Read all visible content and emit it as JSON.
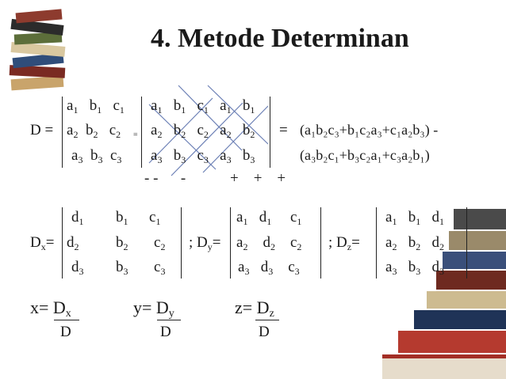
{
  "title": "4. Metode Determinan",
  "det": {
    "label": "D =",
    "row1": {
      "left": [
        [
          "a",
          "1"
        ],
        [
          "b",
          "1"
        ],
        [
          "c",
          "1"
        ]
      ],
      "right": [
        [
          "a",
          "1"
        ],
        [
          "b",
          "1"
        ],
        [
          "c",
          "1"
        ],
        [
          "a",
          "1"
        ],
        [
          "b",
          "1"
        ]
      ]
    },
    "row2": {
      "left": [
        [
          "a",
          "2"
        ],
        [
          "b",
          "2"
        ],
        [
          "c",
          "2"
        ]
      ],
      "eq_small": "=",
      "right": [
        [
          "a",
          "2"
        ],
        [
          "b",
          "2"
        ],
        [
          "c",
          "2"
        ],
        [
          "a",
          "2"
        ],
        [
          "b",
          "2"
        ]
      ],
      "eq": "=",
      "expr": "(a₁b₂c₃+b₁c₂a₃+c₁a₂b₃) -"
    },
    "row3": {
      "left": [
        [
          "a",
          "3"
        ],
        [
          "b",
          "3"
        ],
        [
          "c",
          "3"
        ]
      ],
      "right": [
        [
          "a",
          "3"
        ],
        [
          "b",
          "3"
        ],
        [
          "c",
          "3"
        ],
        [
          "a",
          "3"
        ],
        [
          "b",
          "3"
        ]
      ],
      "expr": "(a₃b₂c₁+b₃c₂a₁+c₃a₂b₁)"
    },
    "signs_minus": "- -      -",
    "signs_plus": "+    +    +"
  },
  "dx": {
    "label_main": "D",
    "label_sub": "x",
    "label_eq": "=",
    "row1": [
      [
        "d",
        "1"
      ],
      [
        "b",
        "1"
      ],
      [
        "c",
        "1"
      ]
    ],
    "row2": [
      [
        "d",
        "2"
      ],
      [
        "b",
        "2"
      ],
      [
        "c",
        "2"
      ]
    ],
    "row3": [
      [
        "d",
        "3"
      ],
      [
        "b",
        "3"
      ],
      [
        "c",
        "3"
      ]
    ]
  },
  "dy": {
    "label_pre": "; D",
    "label_sub": "y",
    "label_eq": "=",
    "row1": [
      [
        "a",
        "1"
      ],
      [
        "d",
        "1"
      ],
      [
        "c",
        "1"
      ]
    ],
    "row2": [
      [
        "a",
        "2"
      ],
      [
        "d",
        "2"
      ],
      [
        "c",
        "2"
      ]
    ],
    "row3": [
      [
        "a",
        "3"
      ],
      [
        "d",
        "3"
      ],
      [
        "c",
        "3"
      ]
    ]
  },
  "dz": {
    "label": "; D",
    "label_sub": "z",
    "label_eq": "=",
    "row1": [
      [
        "a",
        "1"
      ],
      [
        "b",
        "1"
      ],
      [
        "d",
        "1"
      ]
    ],
    "row2": [
      [
        "a",
        "2"
      ],
      [
        "b",
        "2"
      ],
      [
        "d",
        "2"
      ]
    ],
    "row3": [
      [
        "a",
        "3"
      ],
      [
        "b",
        "3"
      ],
      [
        "d",
        "3"
      ]
    ]
  },
  "results": {
    "x": {
      "lhs": "x= D",
      "sub": "x",
      "den": "D"
    },
    "y": {
      "lhs": "y= D",
      "sub": "y",
      "den": "D"
    },
    "z": {
      "lhs": "z= D",
      "sub": "z",
      "den": "D"
    }
  },
  "colors": {
    "text": "#1a1a1a",
    "cross_lines": "#6b7fb5"
  }
}
